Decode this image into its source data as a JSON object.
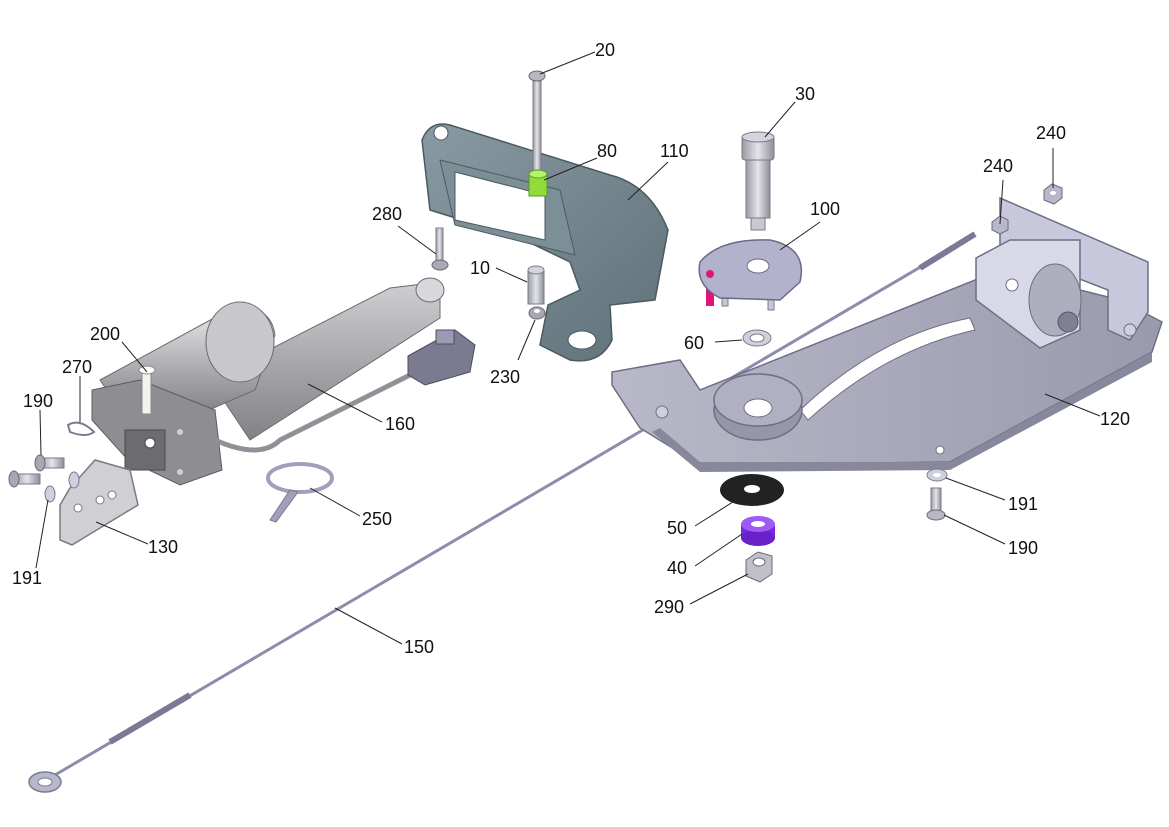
{
  "diagram": {
    "callouts": [
      {
        "id": "c20",
        "text": "20"
      },
      {
        "id": "c30",
        "text": "30"
      },
      {
        "id": "c80",
        "text": "80"
      },
      {
        "id": "c110",
        "text": "110"
      },
      {
        "id": "c240a",
        "text": "240"
      },
      {
        "id": "c240b",
        "text": "240"
      },
      {
        "id": "c100",
        "text": "100"
      },
      {
        "id": "c280",
        "text": "280"
      },
      {
        "id": "c10",
        "text": "10"
      },
      {
        "id": "c60",
        "text": "60"
      },
      {
        "id": "c230",
        "text": "230"
      },
      {
        "id": "c200",
        "text": "200"
      },
      {
        "id": "c270",
        "text": "270"
      },
      {
        "id": "c190a",
        "text": "190"
      },
      {
        "id": "c160",
        "text": "160"
      },
      {
        "id": "c120",
        "text": "120"
      },
      {
        "id": "c191a",
        "text": "191"
      },
      {
        "id": "c191b",
        "text": "191"
      },
      {
        "id": "c190b",
        "text": "190"
      },
      {
        "id": "c250",
        "text": "250"
      },
      {
        "id": "c130",
        "text": "130"
      },
      {
        "id": "c50",
        "text": "50"
      },
      {
        "id": "c40",
        "text": "40"
      },
      {
        "id": "c290",
        "text": "290"
      },
      {
        "id": "c150",
        "text": "150"
      }
    ],
    "colors": {
      "bracket": "#6e8088",
      "plate": "#a8a8ba",
      "actuator": "#9a9a9e",
      "green_bushing": "#8fdc3c",
      "purple_bushing": "#8a3cf0",
      "magenta_pin": "#e0147a",
      "rubber_washer": "#222222",
      "cable": "#8888a8"
    }
  }
}
